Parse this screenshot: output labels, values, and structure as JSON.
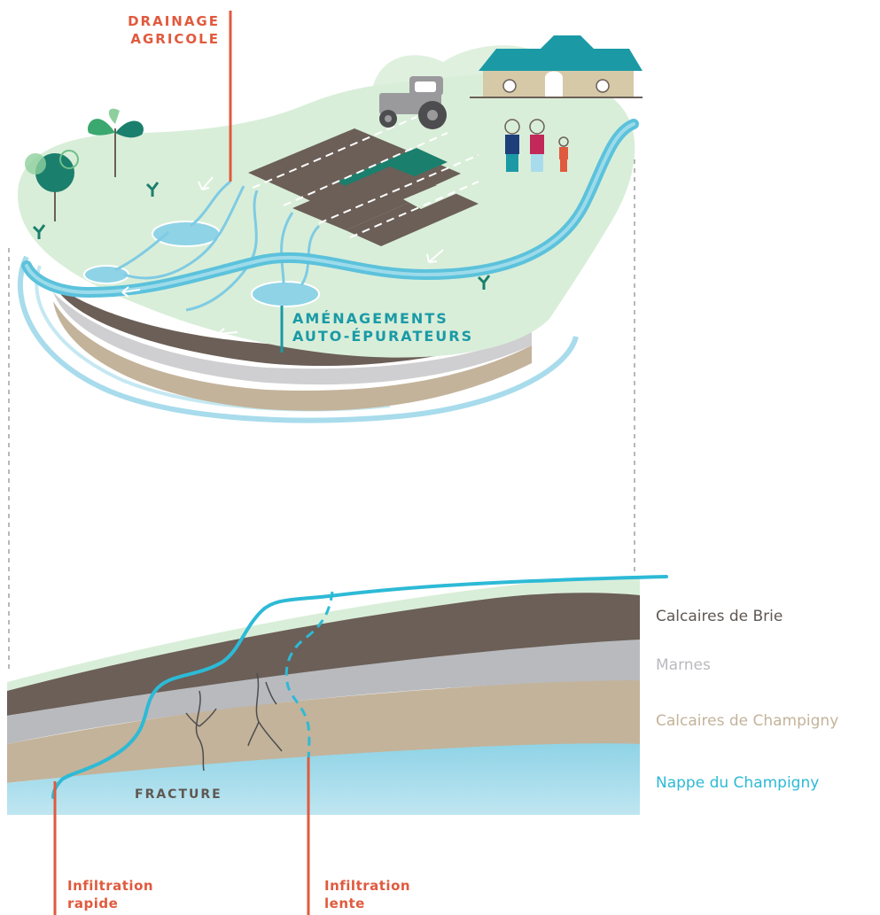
{
  "labels": {
    "drainage_line1": "DRAINAGE",
    "drainage_line2": "AGRICOLE",
    "amenagements_line1": "AMÉNAGEMENTS",
    "amenagements_line2": "AUTO-ÉPURATEURS",
    "fracture": "FRACTURE",
    "infiltration_rapide_line1": "Infiltration",
    "infiltration_rapide_line2": "rapide",
    "infiltration_lente_line1": "Infiltration",
    "infiltration_lente_line2": "lente"
  },
  "layers": [
    {
      "name": "Calcaires de Brie",
      "color": "#6b5f57"
    },
    {
      "name": "Marnes",
      "color": "#b9babe"
    },
    {
      "name": "Calcaires de Champigny",
      "color": "#c3b39a"
    },
    {
      "name": "Nappe du Champigny",
      "color": "#45b9cf"
    }
  ],
  "colors": {
    "accent_orange": "#e05a3e",
    "accent_teal": "#1a9aa6",
    "water": "#7fcbe3",
    "ground": "#d9eed9",
    "river": "#2dbad6"
  }
}
